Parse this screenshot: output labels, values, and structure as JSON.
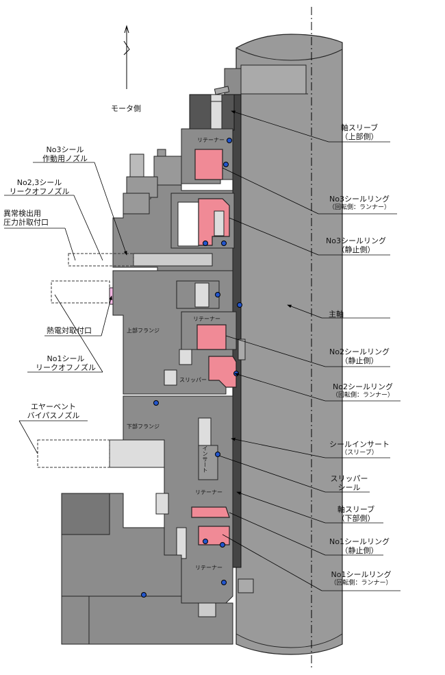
{
  "labels": {
    "motor_side": "モータ側",
    "no3_nozzle_1": "No3シール",
    "no3_nozzle_2": "作動用ノズル",
    "no23_leak_1": "No2,3シール",
    "no23_leak_2": "リークオフノズル",
    "pressure_port_1": "異常検出用",
    "pressure_port_2": "圧力計取付口",
    "thermo_port": "熱電対取付口",
    "no1_leak_1": "No1シール",
    "no1_leak_2": "リークオフノズル",
    "air_vent_1": "エヤーベント",
    "air_vent_2": "バイパスノズル",
    "sleeve_upper_1": "軸スリーブ",
    "sleeve_upper_2": "（上部側）",
    "no3_rot_1": "No3シールリング",
    "no3_rot_2": "（回転側：ランナー）",
    "no3_stat_1": "No3シールリング",
    "no3_stat_2": "（静止側）",
    "main_shaft": "主軸",
    "no2_stat_1": "No2シールリング",
    "no2_stat_2": "（静止側）",
    "no2_rot_1": "No2シールリング",
    "no2_rot_2": "（回転側：ランナー）",
    "insert_1": "シールインサート",
    "insert_2": "（スリーブ）",
    "slipper_1": "スリッパー",
    "slipper_2": "シール",
    "sleeve_lower_1": "軸スリーブ",
    "sleeve_lower_2": "（下部側）",
    "no1_stat_1": "No1シールリング",
    "no1_stat_2": "（静止側）",
    "no1_rot_1": "No1シールリング",
    "no1_rot_2": "（回転側：ランナー）"
  },
  "part_labels": {
    "retainer_top": "リテーナー",
    "upper_flange": "上部フランジ",
    "retainer_mid": "リテーナー",
    "slipper_part": "スリッパー",
    "lower_flange": "下部フランジ",
    "insert_part": "インサート",
    "retainer_low": "リテーナー",
    "retainer_bot": "リテーナー"
  },
  "colors": {
    "body_gray": "#8c8c8c",
    "shaft_gray": "#9a9a9a",
    "dark_gray": "#555555",
    "seal_pink": "#f08a96",
    "probe_pink": "#f4b8e4",
    "oring_blue": "#2255cc"
  }
}
